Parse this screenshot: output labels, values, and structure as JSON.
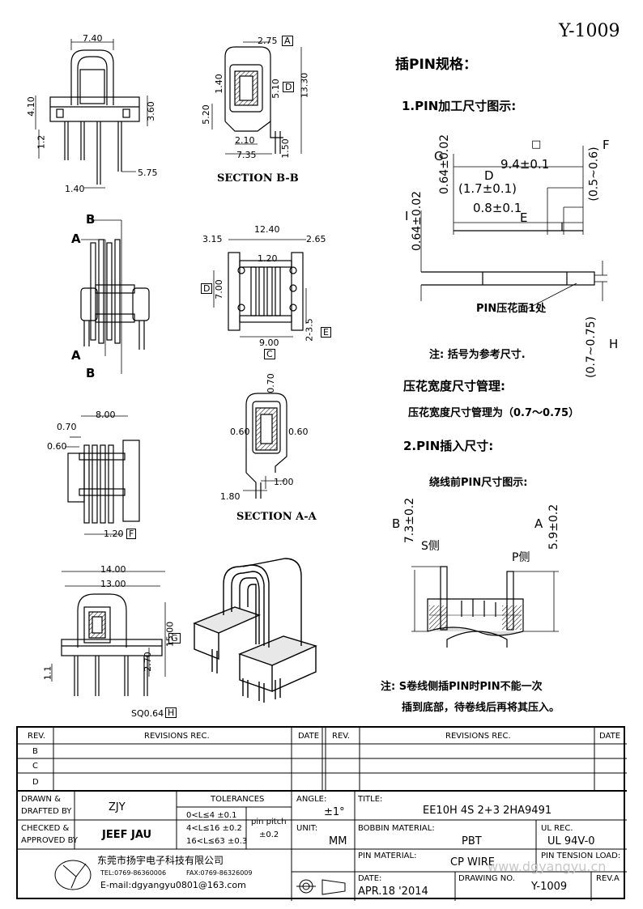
{
  "header": {
    "drawing_no": "Y-1009"
  },
  "views": {
    "top_left": {
      "w": "7.40",
      "h1": "4.10",
      "h2": "3.60",
      "pitch": "1.2",
      "pin_w": "1.40",
      "pin_len": "5.75"
    },
    "section_bb": {
      "title": "SECTION B-B",
      "w1": "2.75",
      "marker_a": "A",
      "d1": "1.40",
      "d2": "5.10",
      "marker_d": "D",
      "total": "13.30",
      "base": "5.20",
      "w2": "2.10",
      "w3": "7.35",
      "gap": "1.50"
    },
    "front": {
      "label_b": "B",
      "label_a": "A"
    },
    "top_mid": {
      "w_total": "12.40",
      "left": "3.15",
      "right": "2.65",
      "pitch": "1.20",
      "h": "7.00",
      "marker_d": "D",
      "pins": "2-3.5",
      "marker_e": "E",
      "base_w": "9.00",
      "marker_c": "C"
    },
    "side_left": {
      "w": "8.00",
      "a": "0.70",
      "b": "0.60",
      "c": "1.20",
      "marker_f": "F"
    },
    "section_aa": {
      "title": "SECTION A-A",
      "top": "0.70",
      "left": "0.60",
      "right": "0.60",
      "pin1": "1.00",
      "pin2": "1.80"
    },
    "bottom_left": {
      "w1": "14.00",
      "w2": "13.00",
      "h": "15.00",
      "marker_g": "G",
      "h2": "2.70",
      "h3": "1.1",
      "pin": "SQ0.64",
      "marker_h": "H"
    }
  },
  "spec": {
    "heading": "插PIN规格：",
    "section1": "1.PIN加工尺寸图示:",
    "dims": {
      "g_label": "G",
      "g_val": "0.64±0.02",
      "marker": "□",
      "f_label": "F",
      "f_val": "(0.5~0.6)",
      "d_label": "D",
      "total": "9.4±0.1",
      "ref": "(1.7±0.1)",
      "e_len": "0.8±0.1",
      "e_label": "E",
      "i_label": "I",
      "i_val": "0.64±0.02",
      "press": "PIN压花面1处",
      "h_val": "(0.7~0.75)",
      "h_label": "H"
    },
    "note1": "注: 括号为参考尺寸.",
    "section2": "压花宽度尺寸管理:",
    "press_text": "压花宽度尺寸管理为（0.7～0.75）",
    "section3": "2.PIN插入尺寸:",
    "sub": "绕线前PIN尺寸图示:",
    "b_label": "B",
    "b_val": "7.3±0.2",
    "a_label": "A",
    "a_val": "5.9±0.2",
    "s_side": "S侧",
    "p_side": "P侧",
    "note2_line1": "注: S卷线侧插PIN时PIN不能一次",
    "note2_line2": "插到底部，待卷线后再将其压入。"
  },
  "title_block": {
    "rev_header": "REV.",
    "revisions_header": "REVISIONS   REC.",
    "date_header": "DATE",
    "rev_rows": [
      "B",
      "C",
      "D"
    ],
    "drawn_label1": "DRAWN &",
    "drawn_label2": "DRAFTED BY",
    "drawn_by": "ZJY",
    "checked_label1": "CHECKED &",
    "checked_label2": "APPROVED BY",
    "checked_by": "JEEF JAU",
    "tol_header": "TOLERANCES",
    "tol_rows": [
      "0<L≤4     ±0.1",
      "4<L≤16   ±0.2",
      "16<L≤63  ±0.3"
    ],
    "pin_pitch1": "pin  pitch",
    "pin_pitch2": "±0.2",
    "angle_label": "ANGLE:",
    "angle_val": "±1°",
    "unit_label": "UNIT:",
    "unit_val": "MM",
    "title_label": "TITLE:",
    "title_val": "EE10H  4S  2+3  2HA9491",
    "bobbin_label": "BOBBIN MATERIAL:",
    "bobbin_val": "PBT",
    "ul_label": "UL REC.",
    "ul_val": "UL  94V-0",
    "pin_mat_label": "PIN MATERIAL:",
    "pin_mat_val": "CP  WIRE",
    "tension_label": "PIN TENSION LOAD:",
    "date_label": "DATE:",
    "date_val": "APR.18  '2014",
    "dwg_label": "DRAWING NO.",
    "dwg_val": "Y-1009",
    "rev_label": "REV.A",
    "company": "东莞市扬宇电子科技有限公司",
    "tel": "TEL:0769-86360006",
    "fax": "FAX:0769-86326009",
    "email": "E-mail:dgyangyu0801@163.com"
  },
  "watermark": "www.dgyangyu.cn"
}
